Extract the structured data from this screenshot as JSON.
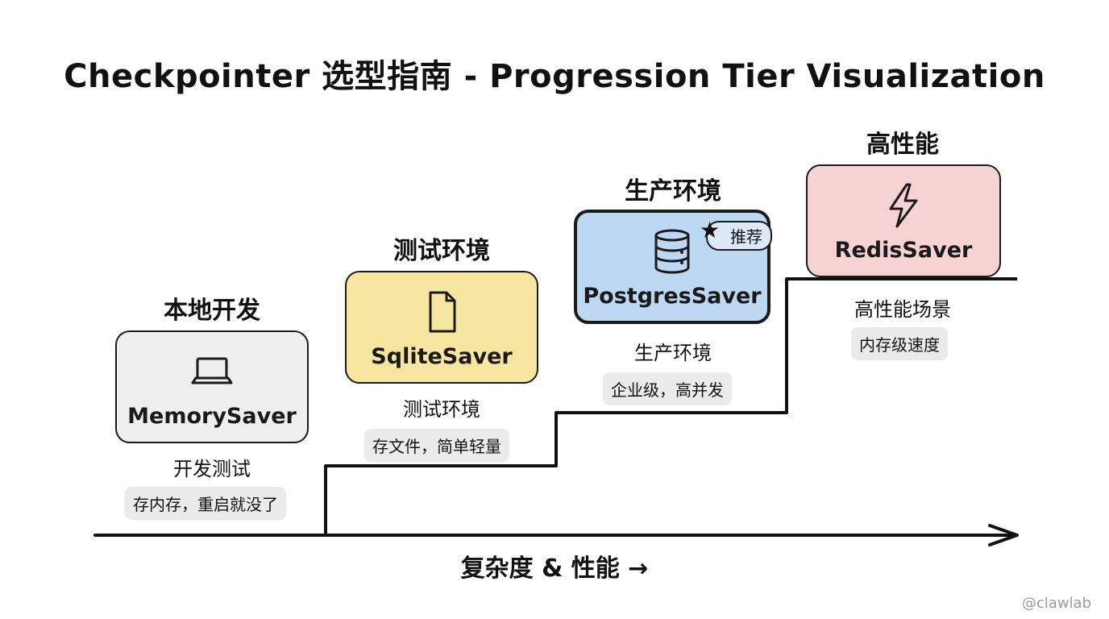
{
  "title": "Checkpointer 选型指南 - Progression Tier Visualization",
  "axis_label": "复杂度 & 性能 →",
  "watermark": "@clawlab",
  "tiers": [
    {
      "heading": "本地开发",
      "name": "MemorySaver",
      "icon": "laptop-icon",
      "subtitle": "开发测试",
      "description": "存内存，重启就没了",
      "color": "#efefef"
    },
    {
      "heading": "测试环境",
      "name": "SqliteSaver",
      "icon": "file-icon",
      "subtitle": "测试环境",
      "description": "存文件，简单轻量",
      "color": "#f7e6a0"
    },
    {
      "heading": "生产环境",
      "name": "PostgresSaver",
      "icon": "database-icon",
      "subtitle": "生产环境",
      "description": "企业级，高并发",
      "color": "#bcd8f3",
      "badge": "推荐"
    },
    {
      "heading": "高性能",
      "name": "RedisSaver",
      "icon": "lightning-icon",
      "subtitle": "高性能场景",
      "description": "内存级速度",
      "color": "#f6d2d2"
    }
  ]
}
